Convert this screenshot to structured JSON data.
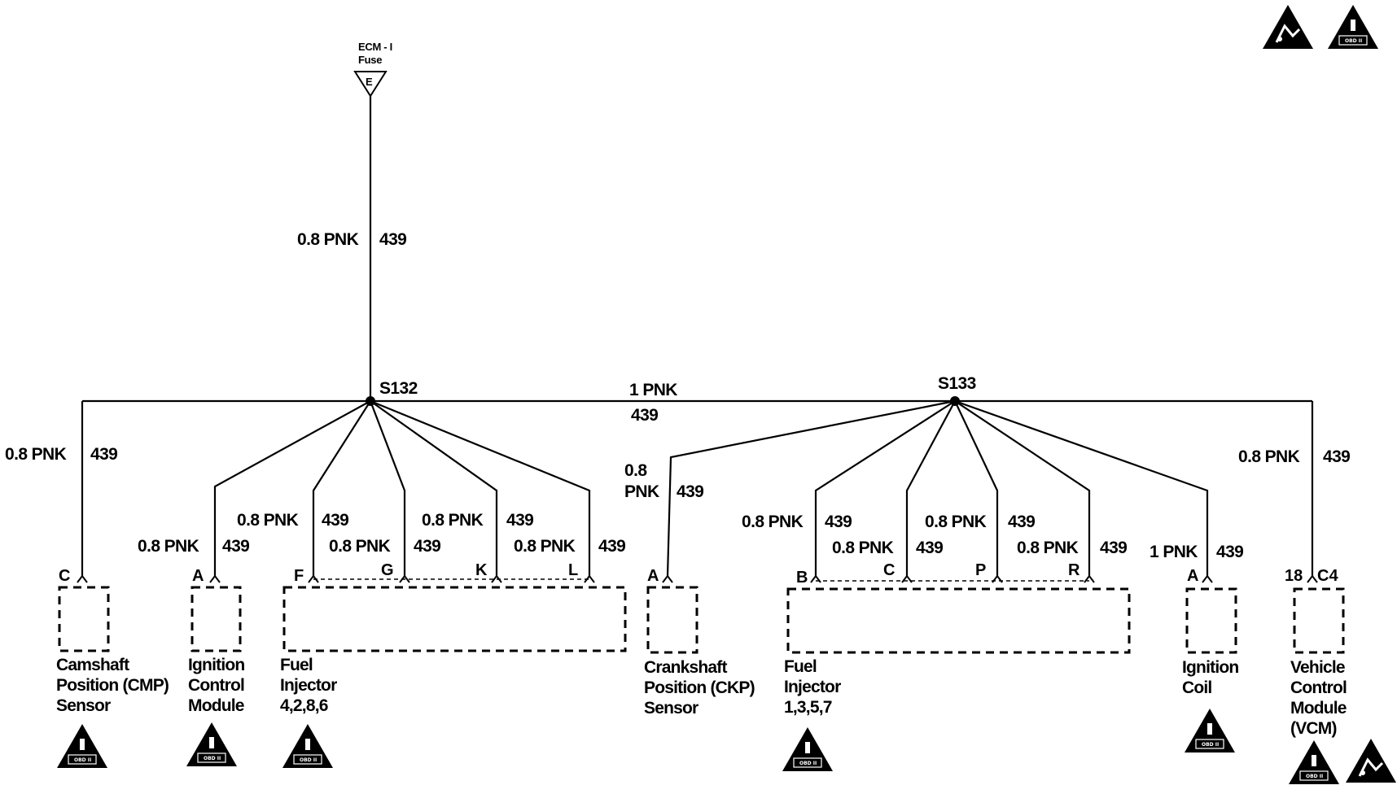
{
  "fuse": {
    "name_line1": "ECM - I",
    "name_line2": "Fuse",
    "pin": "E"
  },
  "wire_main": {
    "size_color": "0.8 PNK",
    "circuit": "439"
  },
  "splices": {
    "left": "S132",
    "right": "S133"
  },
  "bus": {
    "size_color": "1 PNK",
    "circuit": "439"
  },
  "branches": {
    "cmp": {
      "size_color": "0.8 PNK",
      "circuit": "439",
      "pin": "C"
    },
    "icm": {
      "size_color": "0.8 PNK",
      "circuit": "439",
      "pin": "A"
    },
    "inj_f": {
      "size_color": "0.8 PNK",
      "circuit": "439",
      "pin": "F"
    },
    "inj_g": {
      "size_color": "0.8 PNK",
      "circuit": "439",
      "pin": "G"
    },
    "inj_k": {
      "size_color": "0.8 PNK",
      "circuit": "439",
      "pin": "K"
    },
    "inj_l": {
      "size_color": "0.8 PNK",
      "circuit": "439",
      "pin": "L"
    },
    "ckp": {
      "size_line1": "0.8",
      "size_line2": "PNK",
      "circuit": "439",
      "pin": "A"
    },
    "inj_b": {
      "size_color": "0.8 PNK",
      "circuit": "439",
      "pin": "B"
    },
    "inj_c": {
      "size_color": "0.8 PNK",
      "circuit": "439",
      "pin": "C"
    },
    "inj_p": {
      "size_color": "0.8 PNK",
      "circuit": "439",
      "pin": "P"
    },
    "inj_r": {
      "size_color": "0.8 PNK",
      "circuit": "439",
      "pin": "R"
    },
    "coil": {
      "size_color": "1 PNK",
      "circuit": "439",
      "pin": "A"
    },
    "vcm": {
      "size_color": "0.8 PNK",
      "circuit": "439",
      "pin": "18",
      "connector": "C4"
    }
  },
  "components": {
    "cmp": [
      "Camshaft",
      "Position (CMP)",
      "Sensor"
    ],
    "icm": [
      "Ignition",
      "Control",
      "Module"
    ],
    "inj_a": [
      "Fuel",
      "Injector",
      "4,2,8,6"
    ],
    "ckp": [
      "Crankshaft",
      "Position (CKP)",
      "Sensor"
    ],
    "inj_b": [
      "Fuel",
      "Injector",
      "1,3,5,7"
    ],
    "coil": [
      "Ignition",
      "Coil"
    ],
    "vcm": [
      "Vehicle",
      "Control",
      "Module",
      "(VCM)"
    ]
  },
  "badge_label": "OBD II",
  "colors": {
    "ink": "#000000",
    "paper": "#ffffff"
  }
}
